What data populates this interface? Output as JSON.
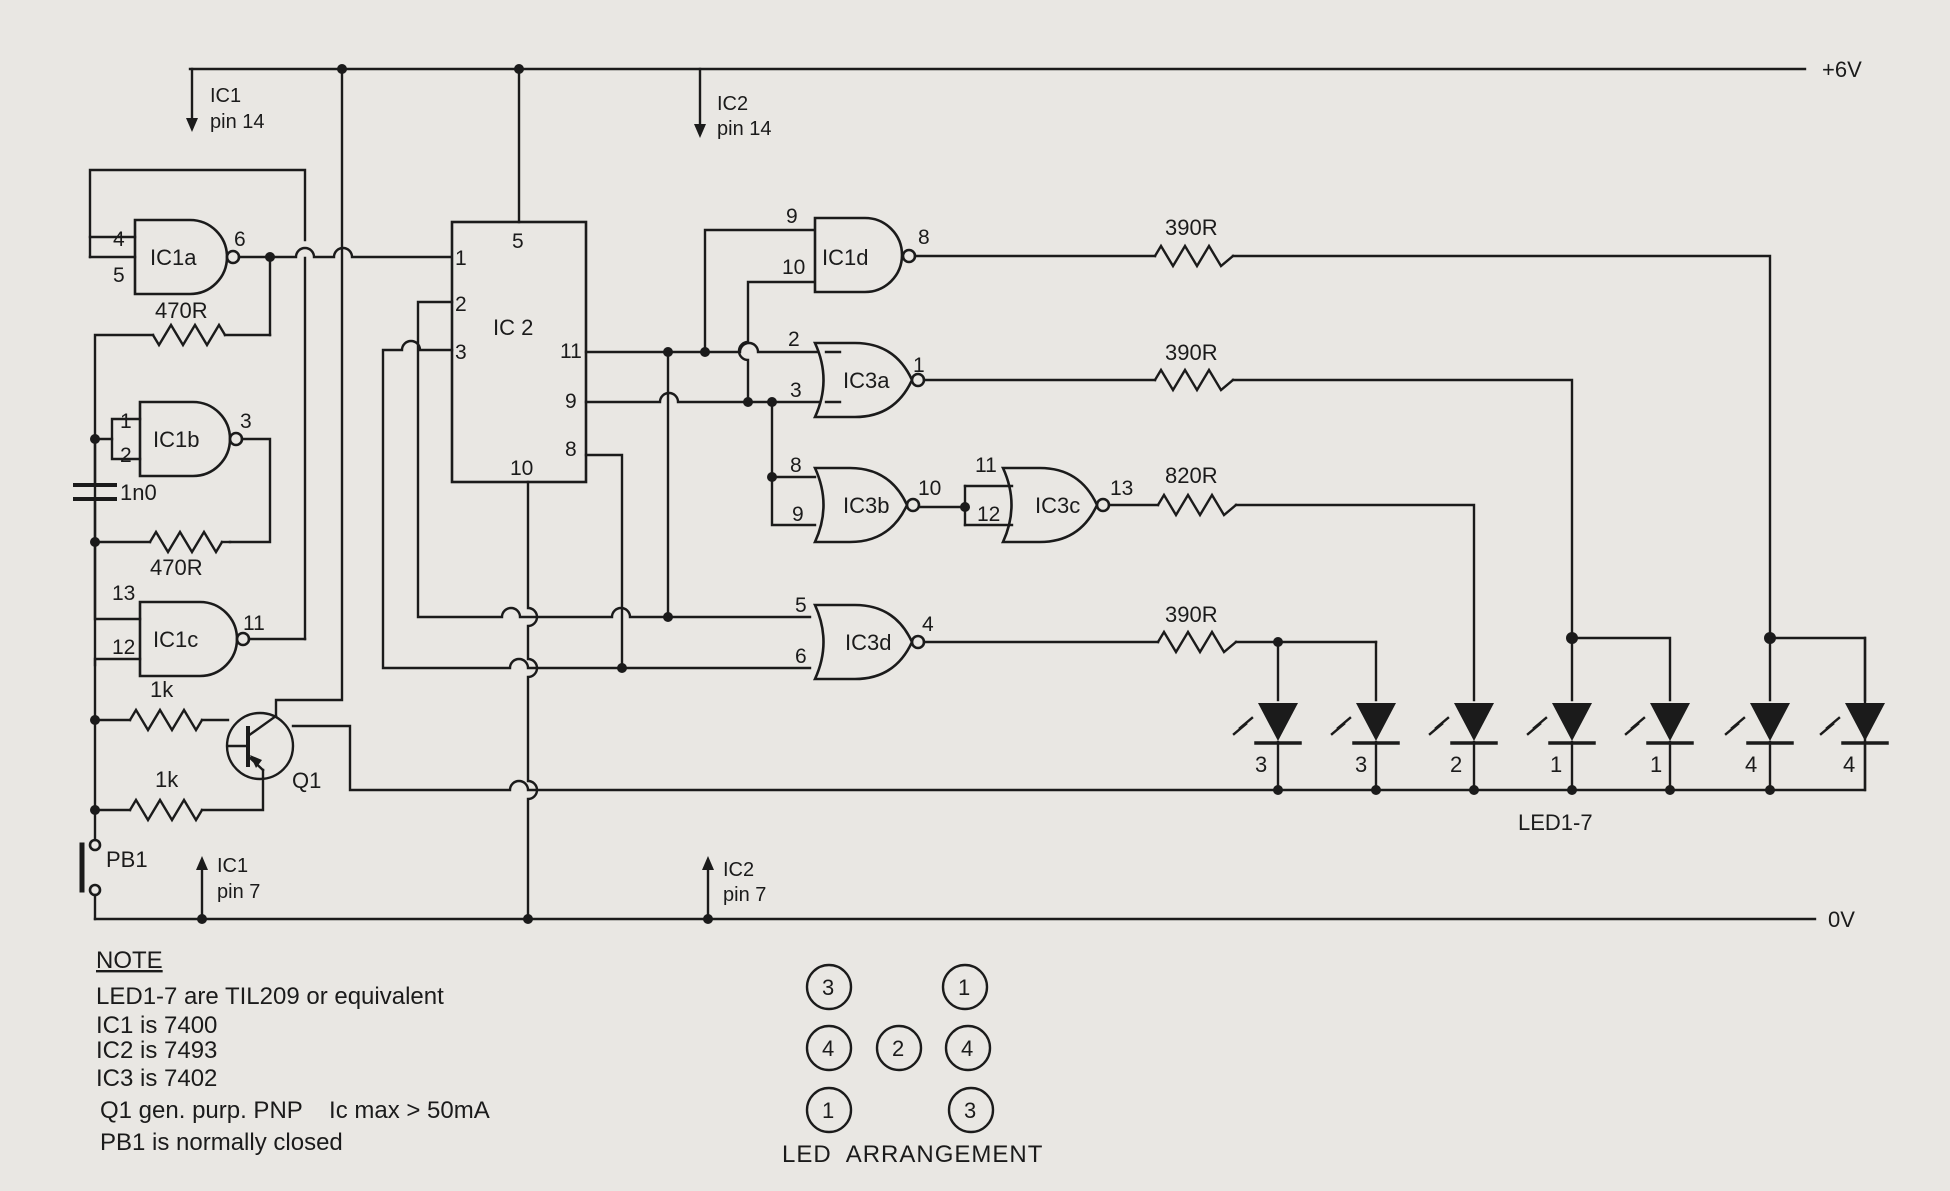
{
  "rails": {
    "vcc": "+6V",
    "gnd": "0V"
  },
  "supply_notes": {
    "ic1_vcc": [
      "IC1",
      "pin 14"
    ],
    "ic2_vcc": [
      "IC2",
      "pin 14"
    ],
    "ic1_gnd": [
      "IC1",
      "pin 7"
    ],
    "ic2_gnd": [
      "IC2",
      "pin 7"
    ]
  },
  "gates": {
    "ic1a": {
      "name": "IC1a",
      "pins": [
        "4",
        "5",
        "6"
      ]
    },
    "ic1b": {
      "name": "IC1b",
      "pins": [
        "1",
        "2",
        "3"
      ]
    },
    "ic1c": {
      "name": "IC1c",
      "pins": [
        "13",
        "12",
        "11"
      ]
    },
    "ic1d": {
      "name": "IC1d",
      "pins": [
        "9",
        "10",
        "8"
      ]
    },
    "ic3a": {
      "name": "IC3a",
      "pins": [
        "2",
        "3",
        "1"
      ]
    },
    "ic3b": {
      "name": "IC3b",
      "pins": [
        "8",
        "9",
        "10"
      ]
    },
    "ic3c": {
      "name": "IC3c",
      "pins": [
        "11",
        "12",
        "13"
      ]
    },
    "ic3d": {
      "name": "IC3d",
      "pins": [
        "5",
        "6",
        "4"
      ]
    }
  },
  "ic2": {
    "name": "IC 2",
    "pins": [
      "5",
      "1",
      "2",
      "3",
      "11",
      "9",
      "8",
      "10"
    ]
  },
  "components": {
    "r_osc1": "470R",
    "r_osc2": "470R",
    "cap": "1n0",
    "r_q1a": "1k",
    "r_q1b": "1k",
    "transistor": "Q1",
    "switch": "PB1",
    "r_led1": "390R",
    "r_led2": "390R",
    "r_led3": "820R",
    "r_led4": "390R"
  },
  "leds": {
    "numbers": [
      "3",
      "3",
      "2",
      "1",
      "1",
      "4",
      "4"
    ],
    "group_label": "LED1-7"
  },
  "notes": {
    "heading": "NOTE",
    "lines": [
      "LED1-7 are TIL209 or equivalent",
      "IC1 is 7400",
      "IC2 is 7493",
      "IC3 is 7402",
      "Q1 gen. purp. PNP    Ic max > 50mA",
      "PB1 is normally closed"
    ]
  },
  "led_arrangement": {
    "title": "LED  ARRANGEMENT",
    "positions": [
      "3",
      "1",
      "4",
      "2",
      "4",
      "1",
      "3"
    ]
  }
}
